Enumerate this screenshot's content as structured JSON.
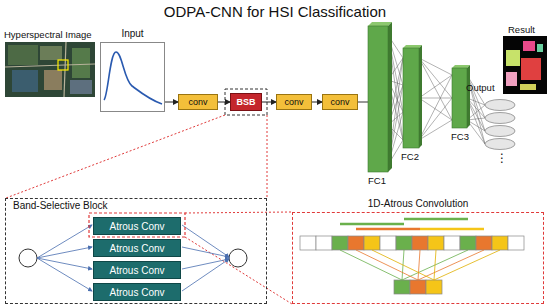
{
  "diagram": {
    "title": "ODPA-CNN for HSI Classification",
    "nodes": [
      {
        "text": [
          "Input"
        ]
      },
      {
        "text": [
          "conv"
        ]
      },
      {
        "text": [
          "BSB"
        ]
      },
      {
        "text": [
          "conv"
        ]
      },
      {
        "text": [
          "conv"
        ]
      },
      {
        "text": [
          "Band-Selective Block"
        ]
      },
      {
        "text": [
          "Atrous Conv"
        ],
        "in": 5
      },
      {
        "text": [
          "Atrous Conv"
        ],
        "in": 5
      },
      {
        "text": [
          "Atrous Conv"
        ],
        "in": 5
      },
      {
        "text": [
          "Atrous Conv"
        ],
        "in": 5
      },
      {
        "text": [
          "1D-Atrous Convolution"
        ]
      }
    ],
    "edges": [
      {
        "from": 0,
        "to": 1,
        "arrow": "to"
      },
      {
        "from": 1,
        "to": 2,
        "arrow": "to"
      },
      {
        "from": 2,
        "to": 3,
        "arrow": "to"
      },
      {
        "from": 3,
        "to": 4,
        "arrow": "to"
      }
    ],
    "labels": [
      "Hyperspectral Image",
      "FC1",
      "FC2",
      "FC3",
      "Output",
      "Result",
      "⋮"
    ]
  }
}
